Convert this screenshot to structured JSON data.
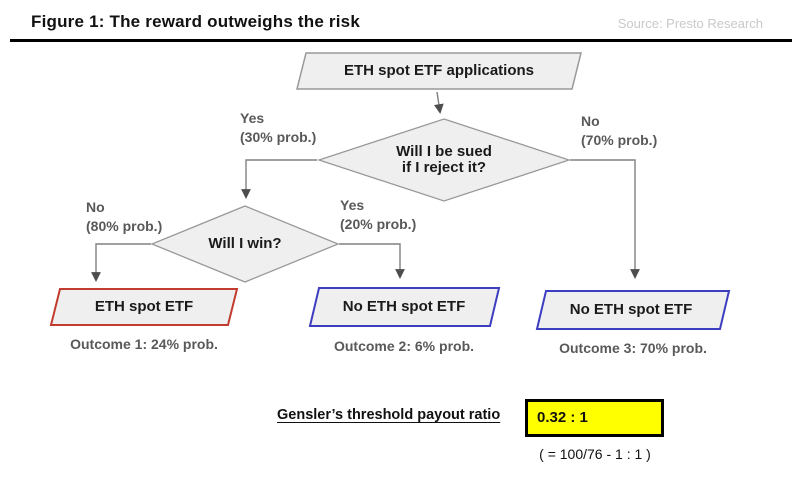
{
  "header": {
    "title": "Figure 1: The reward outweighs the risk",
    "source": "Source: Presto Research"
  },
  "flow": {
    "start_label": "ETH spot ETF applications",
    "decision_sued": {
      "line1": "Will I be sued",
      "line2": "if I reject it?"
    },
    "decision_win": {
      "label": "Will I win?"
    },
    "branches": {
      "sued_yes": {
        "word": "Yes",
        "prob": "(30% prob.)"
      },
      "sued_no": {
        "word": "No",
        "prob": "(70% prob.)"
      },
      "win_no": {
        "word": "No",
        "prob": "(80% prob.)"
      },
      "win_yes": {
        "word": "Yes",
        "prob": "(20% prob.)"
      }
    },
    "outcomes": [
      {
        "label": "ETH spot ETF",
        "caption": "Outcome 1: 24% prob.",
        "border_color": "#c23b2f"
      },
      {
        "label": "No ETH spot ETF",
        "caption": "Outcome 2: 6% prob.",
        "border_color": "#3d3dc0"
      },
      {
        "label": "No ETH spot ETF",
        "caption": "Outcome 3: 70% prob.",
        "border_color": "#3d3dc0"
      }
    ]
  },
  "payout": {
    "label": "Gensler’s threshold payout ratio",
    "ratio": "0.32 : 1",
    "formula": "( = 100/76 - 1 : 1 )",
    "highlight_color": "#ffff00"
  },
  "colors": {
    "shape_fill": "#efefef",
    "shape_stroke": "#999999",
    "connector": "#808080",
    "arrowhead": "#4d4d4d",
    "label_gray": "#595959",
    "source_gray": "#c9c9c9"
  }
}
